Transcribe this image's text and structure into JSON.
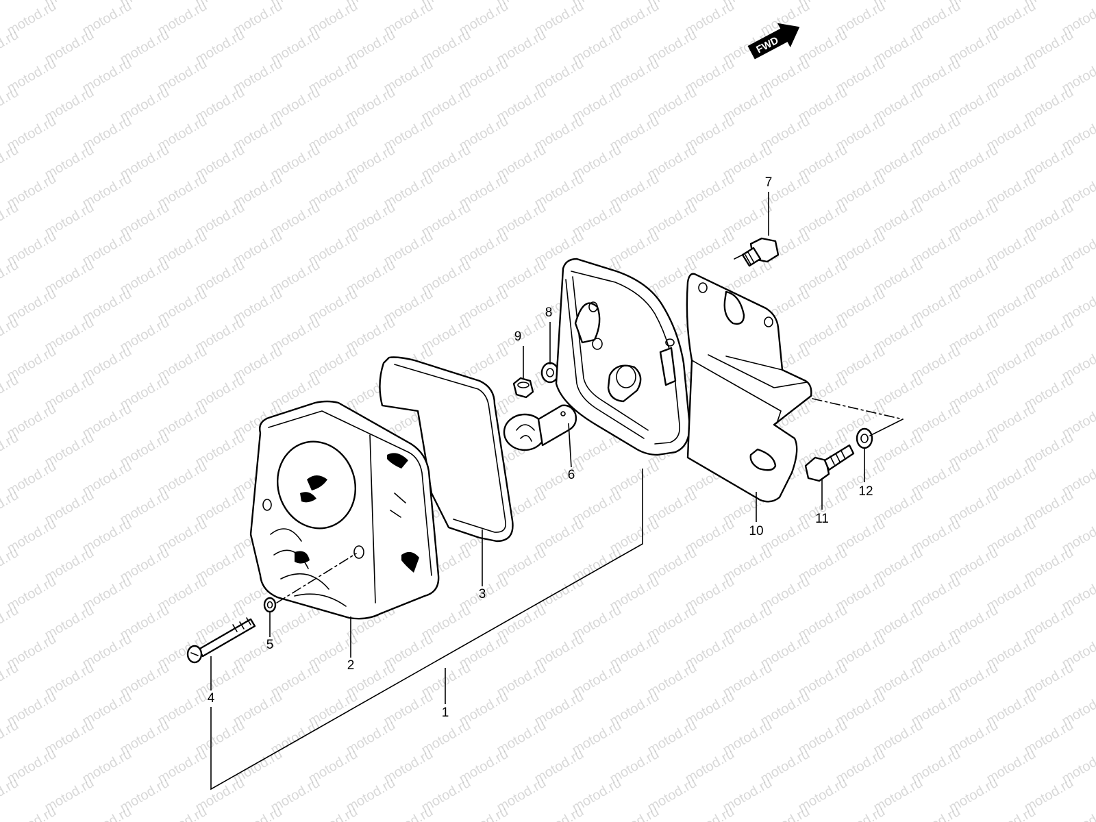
{
  "watermark": {
    "text": "motod.ru"
  },
  "direction_badge": {
    "text": "FWD"
  },
  "callouts": [
    {
      "id": "1",
      "label": "1"
    },
    {
      "id": "2",
      "label": "2"
    },
    {
      "id": "3",
      "label": "3"
    },
    {
      "id": "4",
      "label": "4"
    },
    {
      "id": "5",
      "label": "5"
    },
    {
      "id": "6",
      "label": "6"
    },
    {
      "id": "7",
      "label": "7"
    },
    {
      "id": "8",
      "label": "8"
    },
    {
      "id": "9",
      "label": "9"
    },
    {
      "id": "10",
      "label": "10"
    },
    {
      "id": "11",
      "label": "11"
    },
    {
      "id": "12",
      "label": "12"
    }
  ]
}
